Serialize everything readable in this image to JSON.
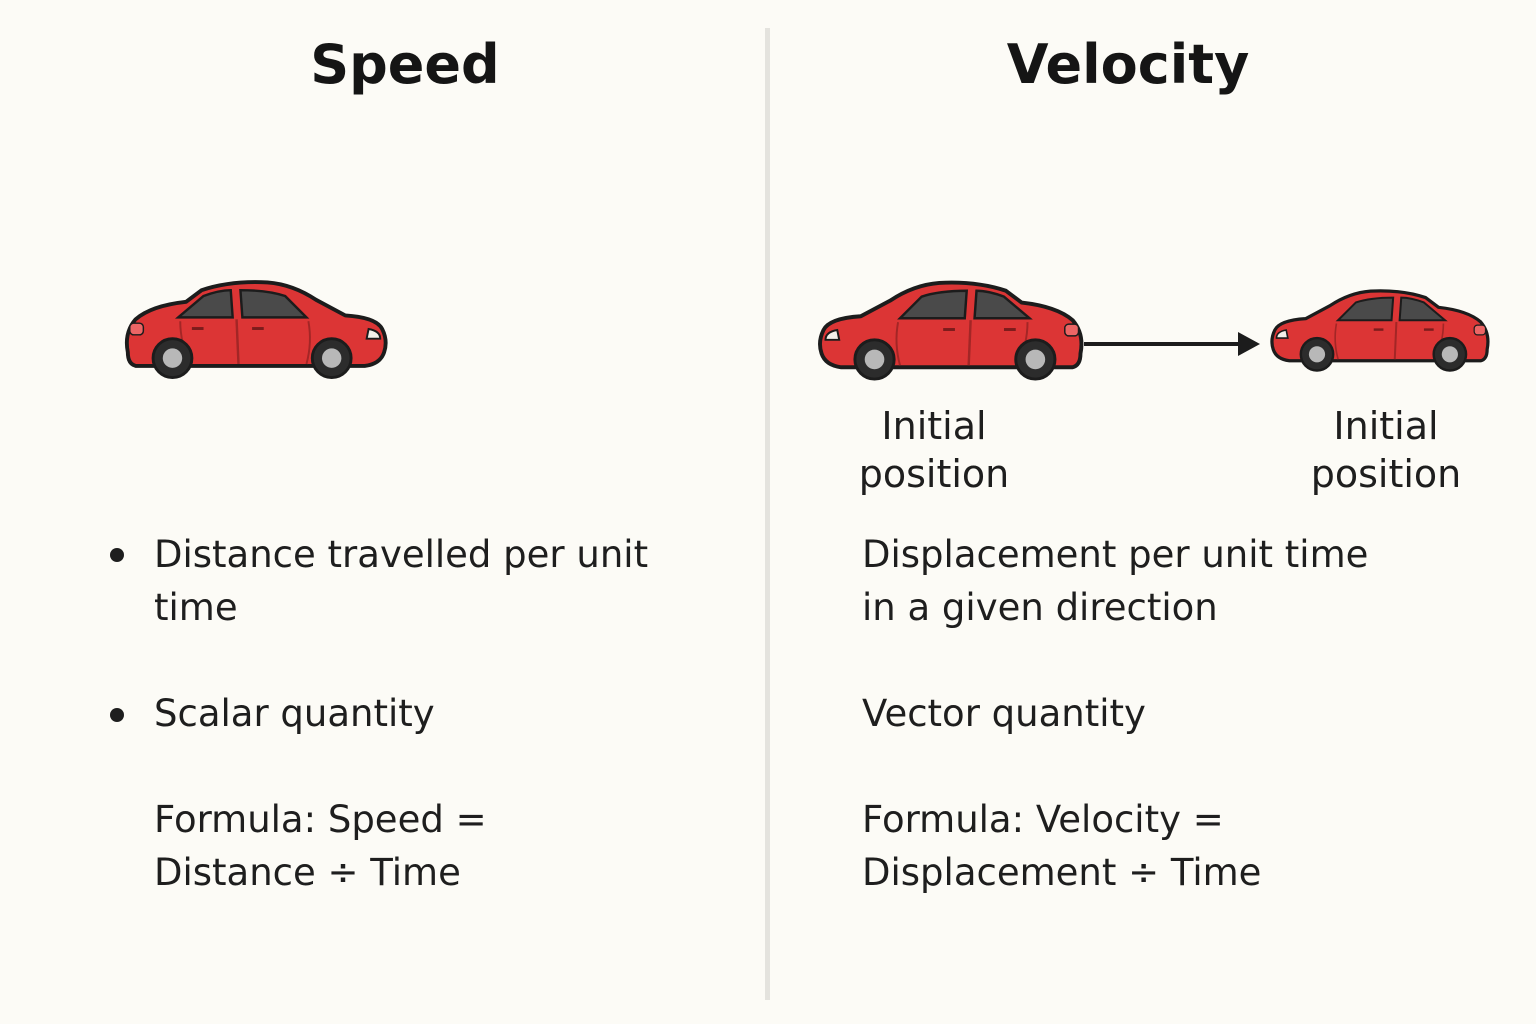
{
  "colors": {
    "background": "#fcfbf6",
    "car_body": "#dc3535",
    "car_outline": "#1c1c1c",
    "divider": "#e4e3de"
  },
  "speed": {
    "title": "Speed",
    "icon": "car-icon",
    "bullets": [
      "Distance travelled per unit time",
      "Scalar quantity"
    ],
    "formula": {
      "line1": "Formula: Speed =",
      "line2": "Distance ÷ Time"
    }
  },
  "velocity": {
    "title": "Velocity",
    "icons": [
      "car-icon",
      "arrow-right-icon",
      "car-icon"
    ],
    "start_label": {
      "line1": "Initial",
      "line2": "position"
    },
    "end_label": {
      "line1": "Initial",
      "line2": "position"
    },
    "definition": {
      "line1": "Displacement per unit time",
      "line2": "in a given direction"
    },
    "quantity_type": "Vector quantity",
    "formula": {
      "line1": "Formula: Velocity =",
      "line2": "Displacement ÷ Time"
    }
  }
}
